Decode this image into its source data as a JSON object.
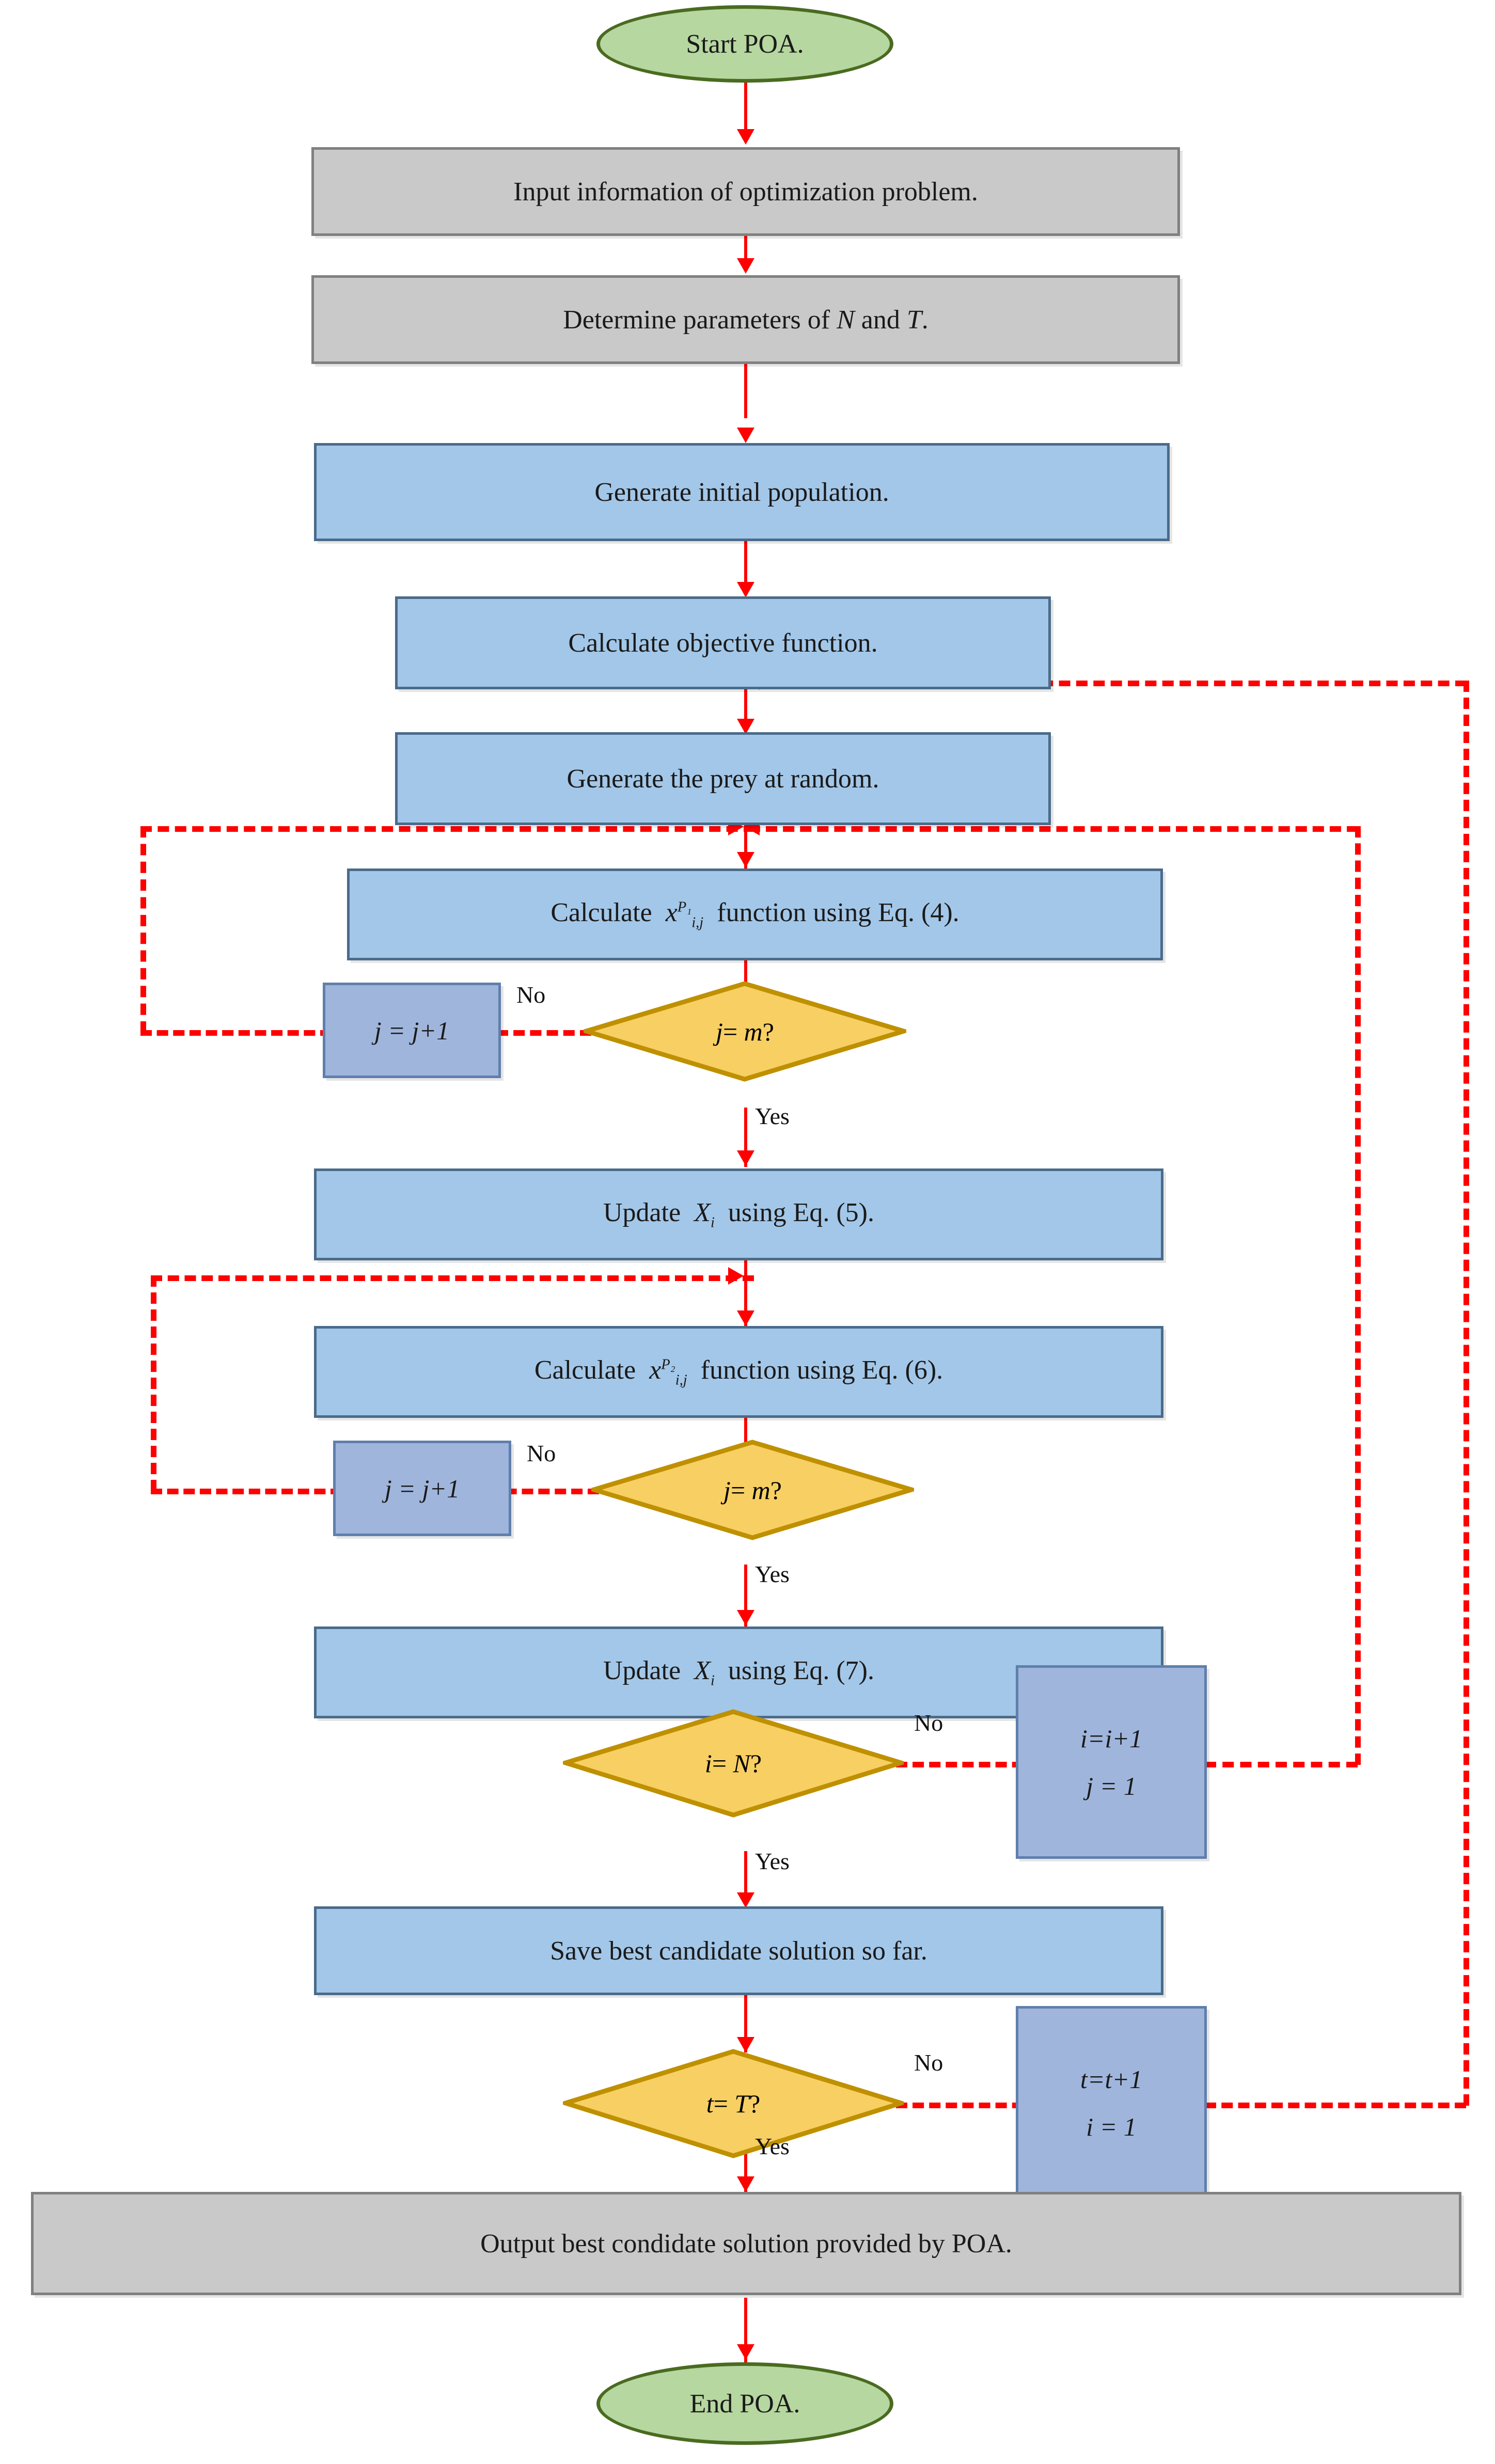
{
  "diagram": {
    "title": "POA flowchart",
    "colors": {
      "terminator_fill": "#b6d7a0",
      "terminator_border": "#4a6b20",
      "process_fill": "#a3c7e8",
      "process_border": "#4a6b8a",
      "io_fill": "#c9c9c9",
      "io_border": "#808080",
      "counter_fill": "#9fb5dc",
      "counter_border": "#5f7fad",
      "decision_fill": "#f7cf63",
      "decision_border": "#bf9000",
      "connector": "#ff0000"
    }
  },
  "nodes": {
    "start": "Start POA.",
    "input_info": "Input information of optimization problem.",
    "determine_params": "Determine parameters of N and T.",
    "gen_population": "Generate initial population.",
    "calc_objective": "Calculate objective function.",
    "gen_prey": "Generate the prey at random.",
    "calc_p1_pre": "Calculate",
    "calc_p1_var": "x",
    "calc_p1_sup": "P₁",
    "calc_p1_sub": "i,j",
    "calc_p1_post": "function using Eq. (4).",
    "j_increment_1": "j = j+1",
    "decision_jm_1": "j = m?",
    "update_xi_5_pre": "Update",
    "update_xi_5_var": "X",
    "update_xi_5_sub": "i",
    "update_xi_5_post": "using Eq. (5).",
    "calc_p2_pre": "Calculate",
    "calc_p2_var": "x",
    "calc_p2_sup": "P₂",
    "calc_p2_sub": "i,j",
    "calc_p2_post": "function using Eq. (6).",
    "j_increment_2": "j = j+1",
    "decision_jm_2": "j = m?",
    "update_xi_7_pre": "Update",
    "update_xi_7_var": "X",
    "update_xi_7_sub": "i",
    "update_xi_7_post": "using Eq. (7).",
    "decision_iN": "i = N?",
    "i_increment_line1": "i=i+1",
    "i_increment_line2": "j = 1",
    "save_best": "Save best candidate solution so far.",
    "decision_tT": "t = T?",
    "t_increment_line1": "t=t+1",
    "t_increment_line2": "i = 1",
    "output_best": "Output best condidate solution provided by POA.",
    "end": "End POA."
  },
  "edge_labels": {
    "no_jm_1": "No",
    "yes_jm_1": "Yes",
    "no_jm_2": "No",
    "yes_jm_2": "Yes",
    "no_iN": "No",
    "yes_iN": "Yes",
    "no_tT": "No",
    "yes_tT": "Yes"
  }
}
